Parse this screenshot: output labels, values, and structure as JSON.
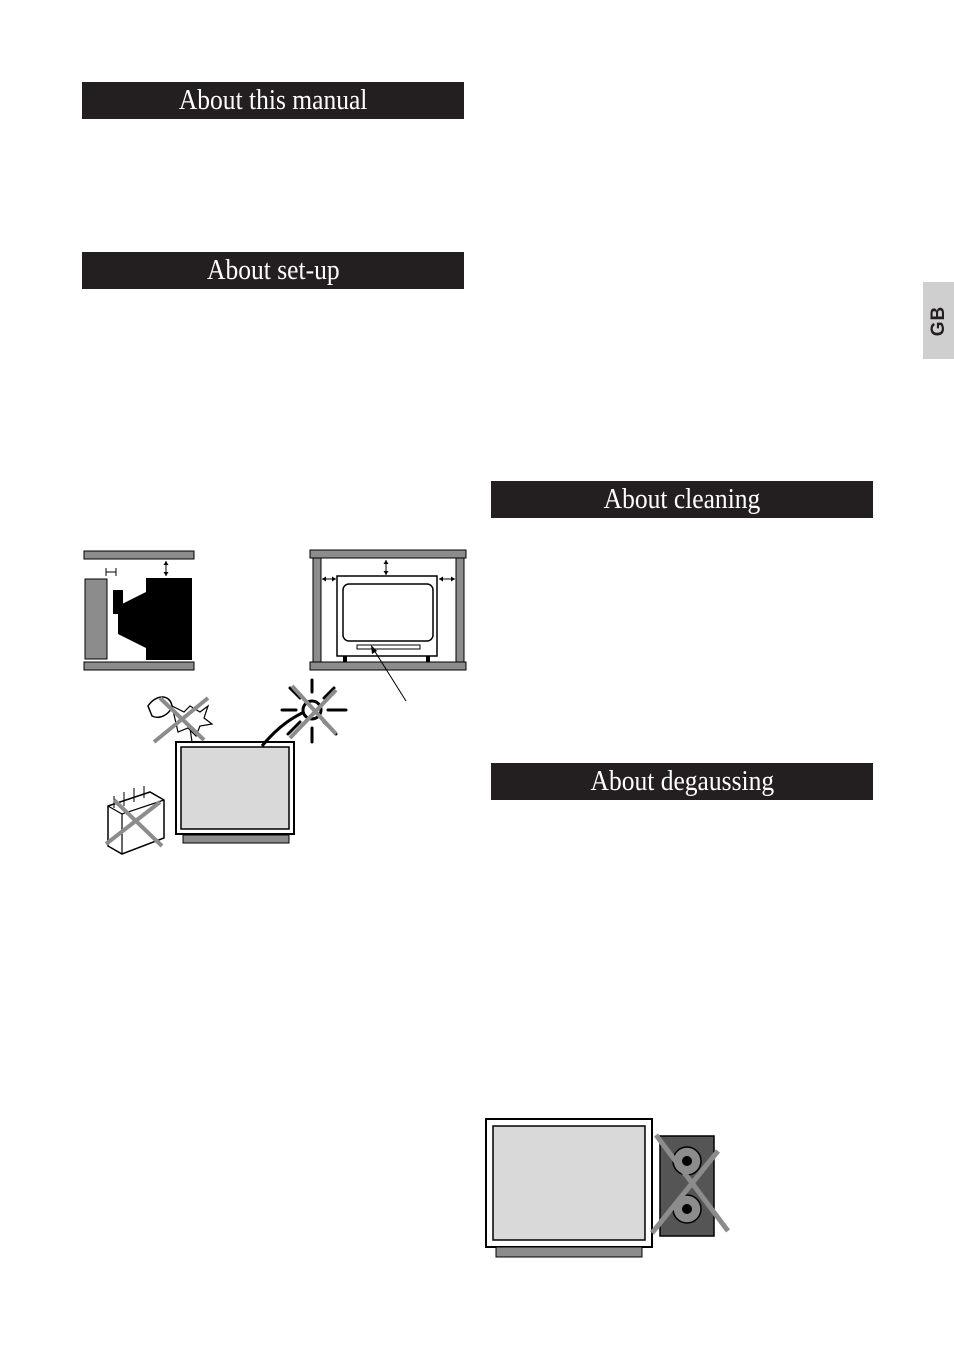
{
  "headings": {
    "manual": "About this manual",
    "setup": "About set-up",
    "cleaning": "About cleaning",
    "degaussing": "About degaussing"
  },
  "language_tab": "GB",
  "colors": {
    "heading_bg": "#231f20",
    "heading_text": "#ffffff",
    "tab_bg": "#cfcfcf",
    "screen_fill": "#d9d9d9",
    "cross_gray": "#8c8c8c"
  }
}
